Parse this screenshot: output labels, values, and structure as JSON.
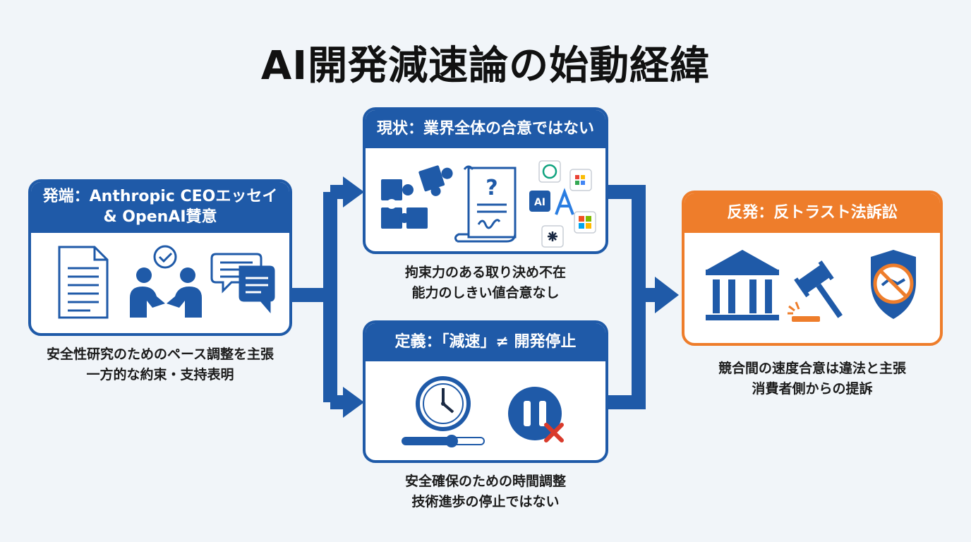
{
  "title": "AI開発減速論の始動経緯",
  "origin": {
    "header_line1": "発端：Anthropic CEOエッセイ",
    "header_line2": "& OpenAI賛意",
    "caption_line1": "安全性研究のためのペース調整を主張",
    "caption_line2": "一方的な約束・支持表明"
  },
  "status": {
    "header": "現状：業界全体の合意ではない",
    "caption_line1": "拘束力のある取り決め不在",
    "caption_line2": "能力のしきい値合意なし",
    "logos": [
      "AI"
    ]
  },
  "definition": {
    "header": "定義：「減速」≠ 開発停止",
    "caption_line1": "安全確保のための時間調整",
    "caption_line2": "技術進歩の停止ではない"
  },
  "backlash": {
    "header": "反発：反トラスト法訴訟",
    "caption_line1": "競合間の速度合意は違法と主張",
    "caption_line2": "消費者側からの提訴"
  },
  "colors": {
    "blue": "#1f5aa8",
    "orange": "#ee7d2b",
    "red": "#d93a2b"
  }
}
